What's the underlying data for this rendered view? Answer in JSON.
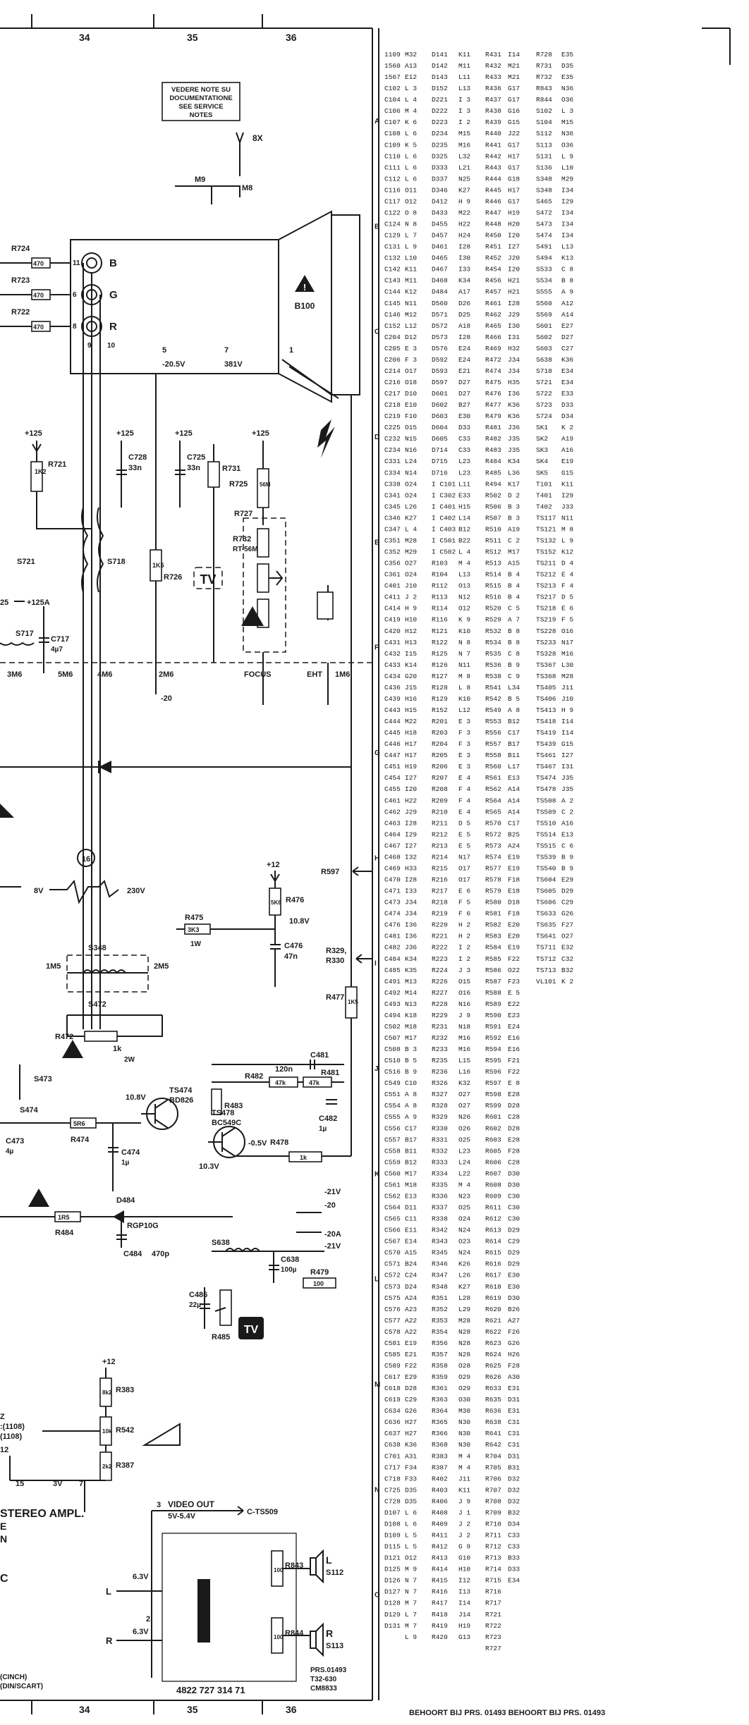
{
  "grid": {
    "top": [
      "34",
      "35",
      "36"
    ],
    "bottom": [
      "34",
      "35",
      "36"
    ],
    "rows": [
      "A",
      "B",
      "C",
      "D",
      "E",
      "F",
      "G",
      "H",
      "I",
      "J",
      "K",
      "L",
      "M",
      "N",
      "O"
    ]
  },
  "note": [
    "VEDERE NOTE SU",
    "DOCUMENTATIONE",
    "SEE SERVICE",
    "NOTES"
  ],
  "note_mark": "8X",
  "crt": {
    "name": "B100",
    "pins": [
      "B",
      "G",
      "R"
    ],
    "pin_nums": [
      "11",
      "6",
      "8",
      "9",
      "10"
    ],
    "g2": "5",
    "g2_volt": "-20.5V",
    "g1": "7",
    "g1_volt": "381V",
    "anode": "1"
  },
  "resistors": [
    {
      "id": "R724",
      "val": "470"
    },
    {
      "id": "R723",
      "val": "470"
    },
    {
      "id": "R722",
      "val": "470"
    },
    {
      "id": "R721",
      "val": "1K2"
    },
    {
      "id": "R731",
      "val": ""
    },
    {
      "id": "R725",
      "val": ""
    },
    {
      "id": "R727",
      "val": "56M"
    },
    {
      "id": "R726",
      "val": "1K5"
    },
    {
      "id": "R732",
      "val": "RT-56M"
    },
    {
      "id": "R476",
      "val": "5K6"
    },
    {
      "id": "R475",
      "val": "3K3"
    },
    {
      "id": "R477",
      "val": "1K5"
    },
    {
      "id": "R472",
      "val": "1k"
    },
    {
      "id": "R474",
      "val": "5R6"
    },
    {
      "id": "R482",
      "val": "47k"
    },
    {
      "id": "R481",
      "val": "47k"
    },
    {
      "id": "R483",
      "val": ""
    },
    {
      "id": "R478",
      "val": "1k"
    },
    {
      "id": "R484",
      "val": "1R5"
    },
    {
      "id": "R479",
      "val": "100"
    },
    {
      "id": "R485",
      "val": ""
    },
    {
      "id": "R383",
      "val": "8k2"
    },
    {
      "id": "R542",
      "val": "10k"
    },
    {
      "id": "R387",
      "val": "2k2"
    },
    {
      "id": "R843",
      "val": "100"
    },
    {
      "id": "R844",
      "val": "100"
    }
  ],
  "caps": [
    {
      "id": "C728",
      "val": "33n"
    },
    {
      "id": "C725",
      "val": "33n"
    },
    {
      "id": "C717",
      "val": "4µ7"
    },
    {
      "id": "C476",
      "val": "47n"
    },
    {
      "id": "C481",
      "val": "120n"
    },
    {
      "id": "C482",
      "val": "1µ"
    },
    {
      "id": "C474",
      "val": "1µ"
    },
    {
      "id": "C473",
      "val": "4µ"
    },
    {
      "id": "C484",
      "val": "470p"
    },
    {
      "id": "C638",
      "val": "100µ"
    },
    {
      "id": "C486",
      "val": "22µ"
    }
  ],
  "coils": [
    "S721",
    "S718",
    "S717",
    "S348",
    "S472",
    "S473",
    "S474",
    "S638"
  ],
  "semis": [
    {
      "id": "TS474",
      "type": "BD826"
    },
    {
      "id": "TS478",
      "type": "BC549C"
    },
    {
      "id": "D484",
      "type": "RGP10G"
    }
  ],
  "supplies": {
    "v125": "+125",
    "v125a": "+125A",
    "v12": "+12",
    "v108": "10.8V",
    "v103": "10.3V",
    "v05": "-0.5V",
    "v108b": "10.8V",
    "v21": "-21V",
    "v20": "-20",
    "v20a": "-20A",
    "v21b": "-21V",
    "v8": "8V",
    "v230": "230V",
    "m9": "M9",
    "m8": "M8",
    "n25": "25",
    "watt1": "1W",
    "watt2": "2W",
    "v63a": "6.3V",
    "v63b": "6.3V",
    "v3": "3V",
    "n12": "12",
    "n15": "15",
    "n7": "7",
    "n3": "3"
  },
  "bus": [
    "3M6",
    "5M6",
    "4M6",
    "2M6",
    "FOCUS",
    "EHT",
    "1M6"
  ],
  "bus_volt": "-20",
  "refs": {
    "r597": "R597",
    "r329": "R329,",
    "r330": "R330",
    "m1": "1M5",
    "m2": "2M5",
    "circle": "16",
    "ts509": "C-TS509",
    "vout": "VIDEO OUT",
    "vout_v": "5V-5.4V",
    "stereo": "STEREO AMPL.",
    "e": "E",
    "n": "N",
    "c": "C",
    "l": "L",
    "r": "R",
    "sp1": "S112",
    "sp2": "S113",
    "z": "Z",
    "s1108a": ":(1108)",
    "s1108b": "(1108)",
    "cinch": "(CINCH)",
    "din": "(DIN/SCART)",
    "partno": "4822 727 314 71",
    "prs": [
      "PRS.01493",
      "T32-630",
      "CM8833"
    ],
    "two": "2"
  },
  "tv_badges": [
    "TV",
    "TV"
  ],
  "footer": "BEHOORT BIJ PRS. 01493  BEHOORT BIJ PRS. 01493",
  "index_cols": [
    [
      "1109",
      "1560",
      "1567",
      "C102",
      "C104",
      "C106",
      "C107",
      "C108",
      "C109",
      "C110",
      "C111",
      "C112",
      "C116",
      "C117",
      "C122",
      "C124",
      "C129",
      "C131",
      "C132",
      "C142",
      "C143",
      "C144",
      "C145",
      "C146",
      "C152",
      "C204",
      "C205",
      "C206",
      "C214",
      "C216",
      "C217",
      "C218",
      "C219",
      "C225",
      "C232",
      "C234",
      "C331",
      "C334",
      "C338",
      "C341",
      "C345",
      "C346",
      "C347",
      "C351",
      "C352",
      "C356",
      "C361",
      "C401",
      "C411",
      "C414",
      "C419",
      "C420",
      "C431",
      "C432",
      "C433",
      "C434",
      "C436",
      "C439",
      "C443",
      "C444",
      "C445",
      "C446",
      "C447",
      "C451",
      "C454",
      "C455",
      "C461",
      "C462",
      "C463",
      "C464",
      "C467",
      "C468",
      "C469",
      "C470",
      "C471",
      "C473",
      "C474",
      "C476",
      "C481",
      "C482",
      "C484",
      "C485",
      "C491",
      "C492",
      "C493",
      "C494",
      "C502",
      "C507",
      "C508",
      "C510",
      "C516",
      "C549",
      "C551",
      "C554",
      "C555",
      "C556",
      "C557",
      "C558",
      "C559",
      "C560",
      "C561",
      "C562",
      "C564",
      "C565",
      "C566",
      "C567",
      "C570",
      "C571",
      "C572",
      "C573",
      "C575",
      "C576",
      "C577",
      "C578",
      "C581",
      "C585",
      "C589",
      "C617",
      "C618",
      "C619",
      "C634",
      "C636",
      "C637",
      "C638",
      "C701",
      "C717",
      "C718",
      "C725",
      "C728",
      "D107",
      "D108",
      "D109",
      "D115",
      "D121",
      "D125",
      "D126",
      "D127",
      "D128",
      "D129",
      "D131"
    ],
    [
      "M32",
      "A13",
      "E12",
      "L 3",
      "L 4",
      "M 4",
      "K 6",
      "L 6",
      "K 5",
      "L 6",
      "L 6",
      "L 6",
      "O11",
      "O12",
      "O 8",
      "N 8",
      "L 7",
      "L 9",
      "L10",
      "K11",
      "M11",
      "K12",
      "N11",
      "M12",
      "L12",
      "D12",
      "E 3",
      "F 3",
      "O17",
      "O18",
      "D10",
      "E10",
      "F10",
      "O15",
      "N15",
      "N16",
      "L24",
      "N14",
      "O24",
      "O24",
      "L26",
      "K27",
      "L 4",
      "M28",
      "M29",
      "O27",
      "O24",
      "J10",
      "J 2",
      "H 9",
      "H10",
      "H12",
      "H13",
      "I15",
      "K14",
      "G20",
      "J15",
      "H16",
      "H15",
      "M22",
      "H18",
      "H17",
      "H17",
      "H19",
      "I27",
      "I20",
      "H22",
      "J29",
      "I28",
      "I29",
      "I27",
      "I32",
      "H33",
      "I28",
      "I33",
      "J34",
      "J34",
      "I36",
      "I36",
      "J36",
      "K34",
      "K35",
      "M13",
      "M14",
      "N13",
      "K18",
      "M18",
      "M17",
      "B 3",
      "B 5",
      "B 9",
      "C10",
      "A 8",
      "A 8",
      "A 9",
      "C17",
      "B17",
      "B11",
      "B12",
      "M17",
      "M18",
      "E13",
      "D11",
      "C11",
      "E11",
      "E14",
      "A15",
      "B24",
      "C24",
      "D24",
      "A24",
      "A23",
      "A22",
      "A22",
      "E19",
      "E21",
      "F22",
      "E29",
      "D28",
      "C29",
      "G26",
      "H27",
      "H27",
      "K36",
      "A31",
      "F34",
      "F33",
      "D35",
      "D35",
      "L 6",
      "L 6",
      "L 5",
      "L 5",
      "O12",
      "M 9",
      "N 7",
      "N 7",
      "M 7",
      "L 7",
      "M 7",
      "L 9"
    ],
    [
      "D141",
      "D142",
      "D143",
      "D152",
      "D221",
      "D222",
      "D223",
      "D234",
      "D235",
      "D325",
      "D333",
      "D337",
      "D346",
      "D412",
      "D433",
      "D455",
      "D457",
      "D461",
      "D465",
      "D467",
      "D468",
      "D484",
      "D560",
      "D571",
      "D572",
      "D573",
      "D576",
      "D592",
      "D593",
      "D597",
      "D601",
      "D602",
      "D603",
      "D604",
      "D605",
      "D714",
      "D715",
      "D716",
      "I C101",
      "I C302",
      "I C401",
      "I C402",
      "I C403",
      "I C501",
      "I C502",
      "R103",
      "R104",
      "R112",
      "R113",
      "R114",
      "R116",
      "R121",
      "R122",
      "R125",
      "R126",
      "R127",
      "R128",
      "R129",
      "R152",
      "R201",
      "R203",
      "R204",
      "R205",
      "R206",
      "R207",
      "R208",
      "R209",
      "R210",
      "R211",
      "R212",
      "R213",
      "R214",
      "R215",
      "R216",
      "R217",
      "R218",
      "R219",
      "R220",
      "R221",
      "R222",
      "R223",
      "R224",
      "R226",
      "R227",
      "R228",
      "R229",
      "R231",
      "R232",
      "R233",
      "R235",
      "R236",
      "R326",
      "R327",
      "R328",
      "R329",
      "R330",
      "R331",
      "R332",
      "R333",
      "R334",
      "R335",
      "R336",
      "R337",
      "R338",
      "R342",
      "R343",
      "R345",
      "R346",
      "R347",
      "R348",
      "R351",
      "R352",
      "R353",
      "R354",
      "R356",
      "R357",
      "R358",
      "R359",
      "R361",
      "R363",
      "R364",
      "R365",
      "R366",
      "R368",
      "R383",
      "R387",
      "R402",
      "R403",
      "R406",
      "R408",
      "R409",
      "R411",
      "R412",
      "R413",
      "R414",
      "R415",
      "R416",
      "R417",
      "R418",
      "R419",
      "R420"
    ],
    [
      "K11",
      "M11",
      "L11",
      "L13",
      "I 3",
      "I 3",
      "I 2",
      "M15",
      "M16",
      "L32",
      "L21",
      "N25",
      "K27",
      "H 9",
      "M22",
      "H22",
      "H24",
      "I28",
      "I30",
      "I33",
      "K34",
      "A17",
      "D26",
      "D25",
      "A18",
      "I28",
      "E24",
      "E24",
      "E21",
      "D27",
      "D27",
      "B27",
      "E30",
      "D33",
      "C33",
      "C33",
      "L23",
      "L23",
      "L11",
      "E33",
      "H15",
      "L14",
      "B12",
      "B22",
      "L 4",
      "M 4",
      "L13",
      "O13",
      "N12",
      "O12",
      "K 9",
      "K10",
      "N 8",
      "N 7",
      "N11",
      "M 8",
      "L 8",
      "K10",
      "L12",
      "E 3",
      "F 3",
      "F 3",
      "E 3",
      "E 3",
      "E 4",
      "F 4",
      "F 4",
      "E 4",
      "D 5",
      "E 5",
      "E 5",
      "N17",
      "O17",
      "O17",
      "E 6",
      "F 5",
      "F 6",
      "H 2",
      "H 2",
      "I 2",
      "I 2",
      "J 3",
      "O15",
      "O16",
      "N16",
      "J 9",
      "N18",
      "M16",
      "M16",
      "L15",
      "L16",
      "K32",
      "O27",
      "O27",
      "N26",
      "O26",
      "O25",
      "L23",
      "L24",
      "L22",
      "M 4",
      "N23",
      "O25",
      "O24",
      "N24",
      "O23",
      "N24",
      "K26",
      "L26",
      "K27",
      "L28",
      "L29",
      "M28",
      "N28",
      "N28",
      "N28",
      "O28",
      "O29",
      "O29",
      "O30",
      "M30",
      "N30",
      "N30",
      "N30",
      "M 4",
      "M 4",
      "J11",
      "K11",
      "J 9",
      "J 1",
      "J 2",
      "J 2",
      "G 9",
      "G10",
      "H10",
      "I12",
      "I13",
      "I14",
      "J14",
      "H19",
      "G13"
    ],
    [
      "R431",
      "R432",
      "R433",
      "R436",
      "R437",
      "R438",
      "R439",
      "R440",
      "R441",
      "R442",
      "R443",
      "R444",
      "R445",
      "R446",
      "R447",
      "R448",
      "R450",
      "R451",
      "R452",
      "R454",
      "R456",
      "R457",
      "R461",
      "R462",
      "R465",
      "R466",
      "R469",
      "R472",
      "R474",
      "R475",
      "R476",
      "R477",
      "R479",
      "R481",
      "R482",
      "R483",
      "R484",
      "R485",
      "R494",
      "R502",
      "R506",
      "R507",
      "R510",
      "R511",
      "R512",
      "R513",
      "R514",
      "R515",
      "R516",
      "R520",
      "R529",
      "R532",
      "R534",
      "R535",
      "R536",
      "R538",
      "R541",
      "R542",
      "R549",
      "R553",
      "R556",
      "R557",
      "R558",
      "R560",
      "R561",
      "R562",
      "R564",
      "R565",
      "R570",
      "R572",
      "R573",
      "R574",
      "R577",
      "R578",
      "R579",
      "R580",
      "R581",
      "R582",
      "R583",
      "R584",
      "R585",
      "R586",
      "R587",
      "R588",
      "R589",
      "R590",
      "R591",
      "R592",
      "R594",
      "R595",
      "R596",
      "R597",
      "R598",
      "R599",
      "R601",
      "R602",
      "R603",
      "R605",
      "R606",
      "R607",
      "R608",
      "R609",
      "R611",
      "R612",
      "R613",
      "R614",
      "R615",
      "R616",
      "R617",
      "R618",
      "R619",
      "R620",
      "R621",
      "R622",
      "R623",
      "R624",
      "R625",
      "R626",
      "R633",
      "R635",
      "R636",
      "R638",
      "R641",
      "R642",
      "R704",
      "R705",
      "R706",
      "R707",
      "R708",
      "R709",
      "R710",
      "R711",
      "R712",
      "R713",
      "R714",
      "R715",
      "R716",
      "R717",
      "R721",
      "R722",
      "R723",
      "R727"
    ],
    [
      "I14",
      "M21",
      "M21",
      "G17",
      "G17",
      "G16",
      "G15",
      "J22",
      "G17",
      "H17",
      "G17",
      "G18",
      "H17",
      "G17",
      "H19",
      "H20",
      "I20",
      "I27",
      "J20",
      "I20",
      "H21",
      "H21",
      "I28",
      "J29",
      "I30",
      "I31",
      "H32",
      "J34",
      "J34",
      "H35",
      "I36",
      "K36",
      "K36",
      "J36",
      "J35",
      "J35",
      "K34",
      "L36",
      "K17",
      "D 2",
      "B 3",
      "B 3",
      "A19",
      "C 2",
      "M17",
      "A15",
      "B 4",
      "B 4",
      "B 4",
      "C 5",
      "A 7",
      "B 8",
      "B 8",
      "C 8",
      "B 9",
      "C 9",
      "L34",
      "B 5",
      "A 8",
      "B12",
      "C17",
      "B17",
      "B11",
      "L17",
      "E13",
      "A14",
      "A14",
      "A14",
      "C17",
      "B25",
      "A24",
      "E19",
      "E19",
      "F18",
      "E18",
      "D18",
      "F18",
      "E20",
      "E20",
      "E19",
      "F22",
      "O22",
      "F23",
      "E 5",
      "E22",
      "E23",
      "E24",
      "E16",
      "E16",
      "F21",
      "F22",
      "E 8",
      "E28",
      "D28",
      "C28",
      "D28",
      "E28",
      "F28",
      "C28",
      "D30",
      "D30",
      "C30",
      "C30",
      "C30",
      "D29",
      "C29",
      "D29",
      "D29",
      "E30",
      "E30",
      "D30",
      "B26",
      "A27",
      "F26",
      "G26",
      "H26",
      "F28",
      "A30",
      "E31",
      "D31",
      "E31",
      "C31",
      "C31",
      "C31",
      "D31",
      "B31",
      "D32",
      "D32",
      "D32",
      "B32",
      "D34",
      "C33",
      "C33",
      "B33",
      "D33",
      "E34"
    ],
    [
      "R728",
      "R731",
      "R732",
      "R843",
      "R844",
      "S102",
      "S104",
      "S112",
      "S113",
      "S131",
      "S136",
      "S348",
      "S348",
      "S465",
      "S472",
      "S473",
      "S474",
      "S491",
      "S494",
      "S533",
      "S534",
      "S555",
      "S560",
      "S569",
      "S601",
      "S602",
      "S603",
      "S638",
      "S718",
      "S721",
      "S722",
      "S723",
      "S724",
      "SK1",
      "SK2",
      "SK3",
      "SK4",
      "SK5",
      "T101",
      "T401",
      "T402",
      "TS117",
      "TS121",
      "TS132",
      "TS152",
      "TS211",
      "TS212",
      "TS213",
      "TS217",
      "TS218",
      "TS219",
      "TS228",
      "TS233",
      "TS328",
      "TS367",
      "TS368",
      "TS405",
      "TS406",
      "TS413",
      "TS418",
      "TS419",
      "TS439",
      "TS461",
      "TS467",
      "TS474",
      "TS478",
      "TS508",
      "TS509",
      "TS510",
      "TS514",
      "TS515",
      "TS539",
      "TS540",
      "TS604",
      "TS605",
      "TS606",
      "TS633",
      "TS635",
      "TS641",
      "TS711",
      "TS712",
      "TS713",
      "VL101"
    ],
    [
      "E35",
      "D35",
      "E35",
      "N36",
      "O36",
      "L 3",
      "M15",
      "N36",
      "O36",
      "L 9",
      "L10",
      "M29",
      "I34",
      "I29",
      "I34",
      "I34",
      "I34",
      "L13",
      "K13",
      "C 8",
      "B 8",
      "A 9",
      "A12",
      "A14",
      "E27",
      "D27",
      "C27",
      "K36",
      "E34",
      "E34",
      "E33",
      "D33",
      "D34",
      "K 2",
      "A19",
      "A16",
      "E19",
      "G15",
      "K11",
      "I29",
      "J33",
      "N11",
      "M 8",
      "L 9",
      "K12",
      "D 4",
      "E 4",
      "F 4",
      "D 5",
      "E 6",
      "F 5",
      "O16",
      "N17",
      "M16",
      "L30",
      "M28",
      "J11",
      "J10",
      "H 9",
      "I14",
      "I14",
      "G15",
      "I27",
      "I31",
      "J35",
      "J35",
      "A 2",
      "C 2",
      "A16",
      "E13",
      "C 6",
      "B 9",
      "B 9",
      "E29",
      "D29",
      "C29",
      "G26",
      "F27",
      "O27",
      "E32",
      "C32",
      "B32",
      "K 2"
    ]
  ]
}
